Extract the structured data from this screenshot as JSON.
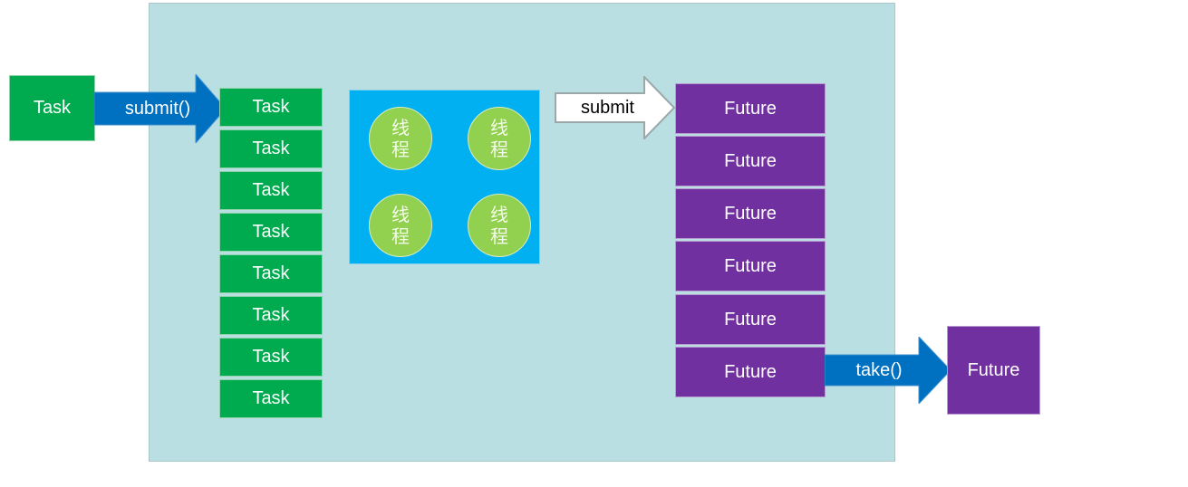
{
  "colors": {
    "panel": "#b9dfe2",
    "task": "#00aa4f",
    "future": "#7030a0",
    "pool": "#00b0f0",
    "thread": "#92d050",
    "arrow_blue": "#0070c0"
  },
  "input_task": "Task",
  "submit_in_label": "submit()",
  "queue_tasks": [
    "Task",
    "Task",
    "Task",
    "Task",
    "Task",
    "Task",
    "Task",
    "Task"
  ],
  "threads": [
    {
      "line1": "线",
      "line2": "程"
    },
    {
      "line1": "线",
      "line2": "程"
    },
    {
      "line1": "线",
      "line2": "程"
    },
    {
      "line1": "线",
      "line2": "程"
    }
  ],
  "submit_out_label": "submit",
  "futures": [
    "Future",
    "Future",
    "Future",
    "Future",
    "Future",
    "Future"
  ],
  "take_label": "take()",
  "output_future": "Future"
}
